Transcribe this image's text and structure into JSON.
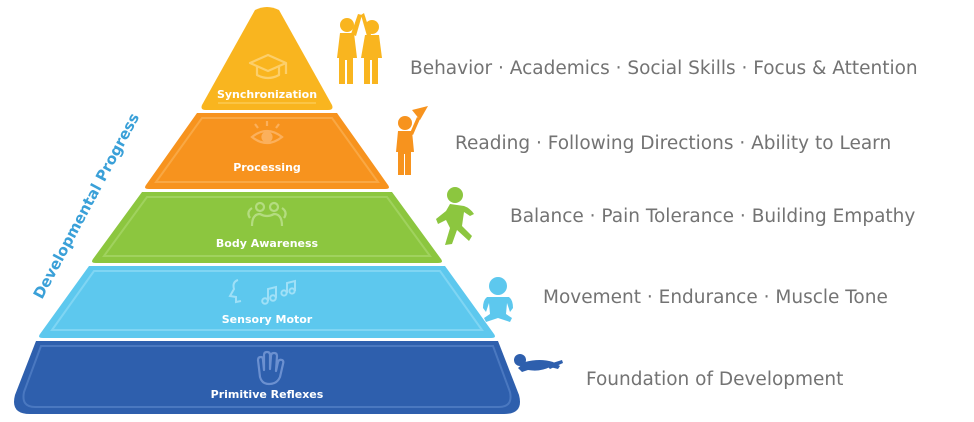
{
  "side_label": "Developmental Progress",
  "levels": [
    {
      "label": "Synchronization",
      "description": "Behavior · Academics · Social Skills · Focus & Attention",
      "color": "#f9b51f",
      "stripe": "#fbc545",
      "icon": "graduation-cap-icon",
      "figure": "two-children-icon"
    },
    {
      "label": "Processing",
      "description": "Reading · Following Directions · Ability to Learn",
      "color": "#f7931e",
      "stripe": "#f9a844",
      "icon": "eye-icon",
      "figure": "child-with-paper-plane-icon"
    },
    {
      "label": "Body Awareness",
      "description": "Balance · Pain Tolerance · Building Empathy",
      "color": "#8cc63f",
      "stripe": "#a0d25e",
      "icon": "hug-icon",
      "figure": "running-child-icon"
    },
    {
      "label": "Sensory Motor",
      "description": "Movement · Endurance · Muscle Tone",
      "color": "#5dc8ee",
      "stripe": "#7fd5f3",
      "icon": "sensory-icon",
      "figure": "sitting-toddler-icon"
    },
    {
      "label": "Primitive Reflexes",
      "description": "Foundation of Development",
      "color": "#2e5fad",
      "stripe": "#4a78c0",
      "icon": "hand-icon",
      "figure": "crawling-baby-icon"
    }
  ]
}
